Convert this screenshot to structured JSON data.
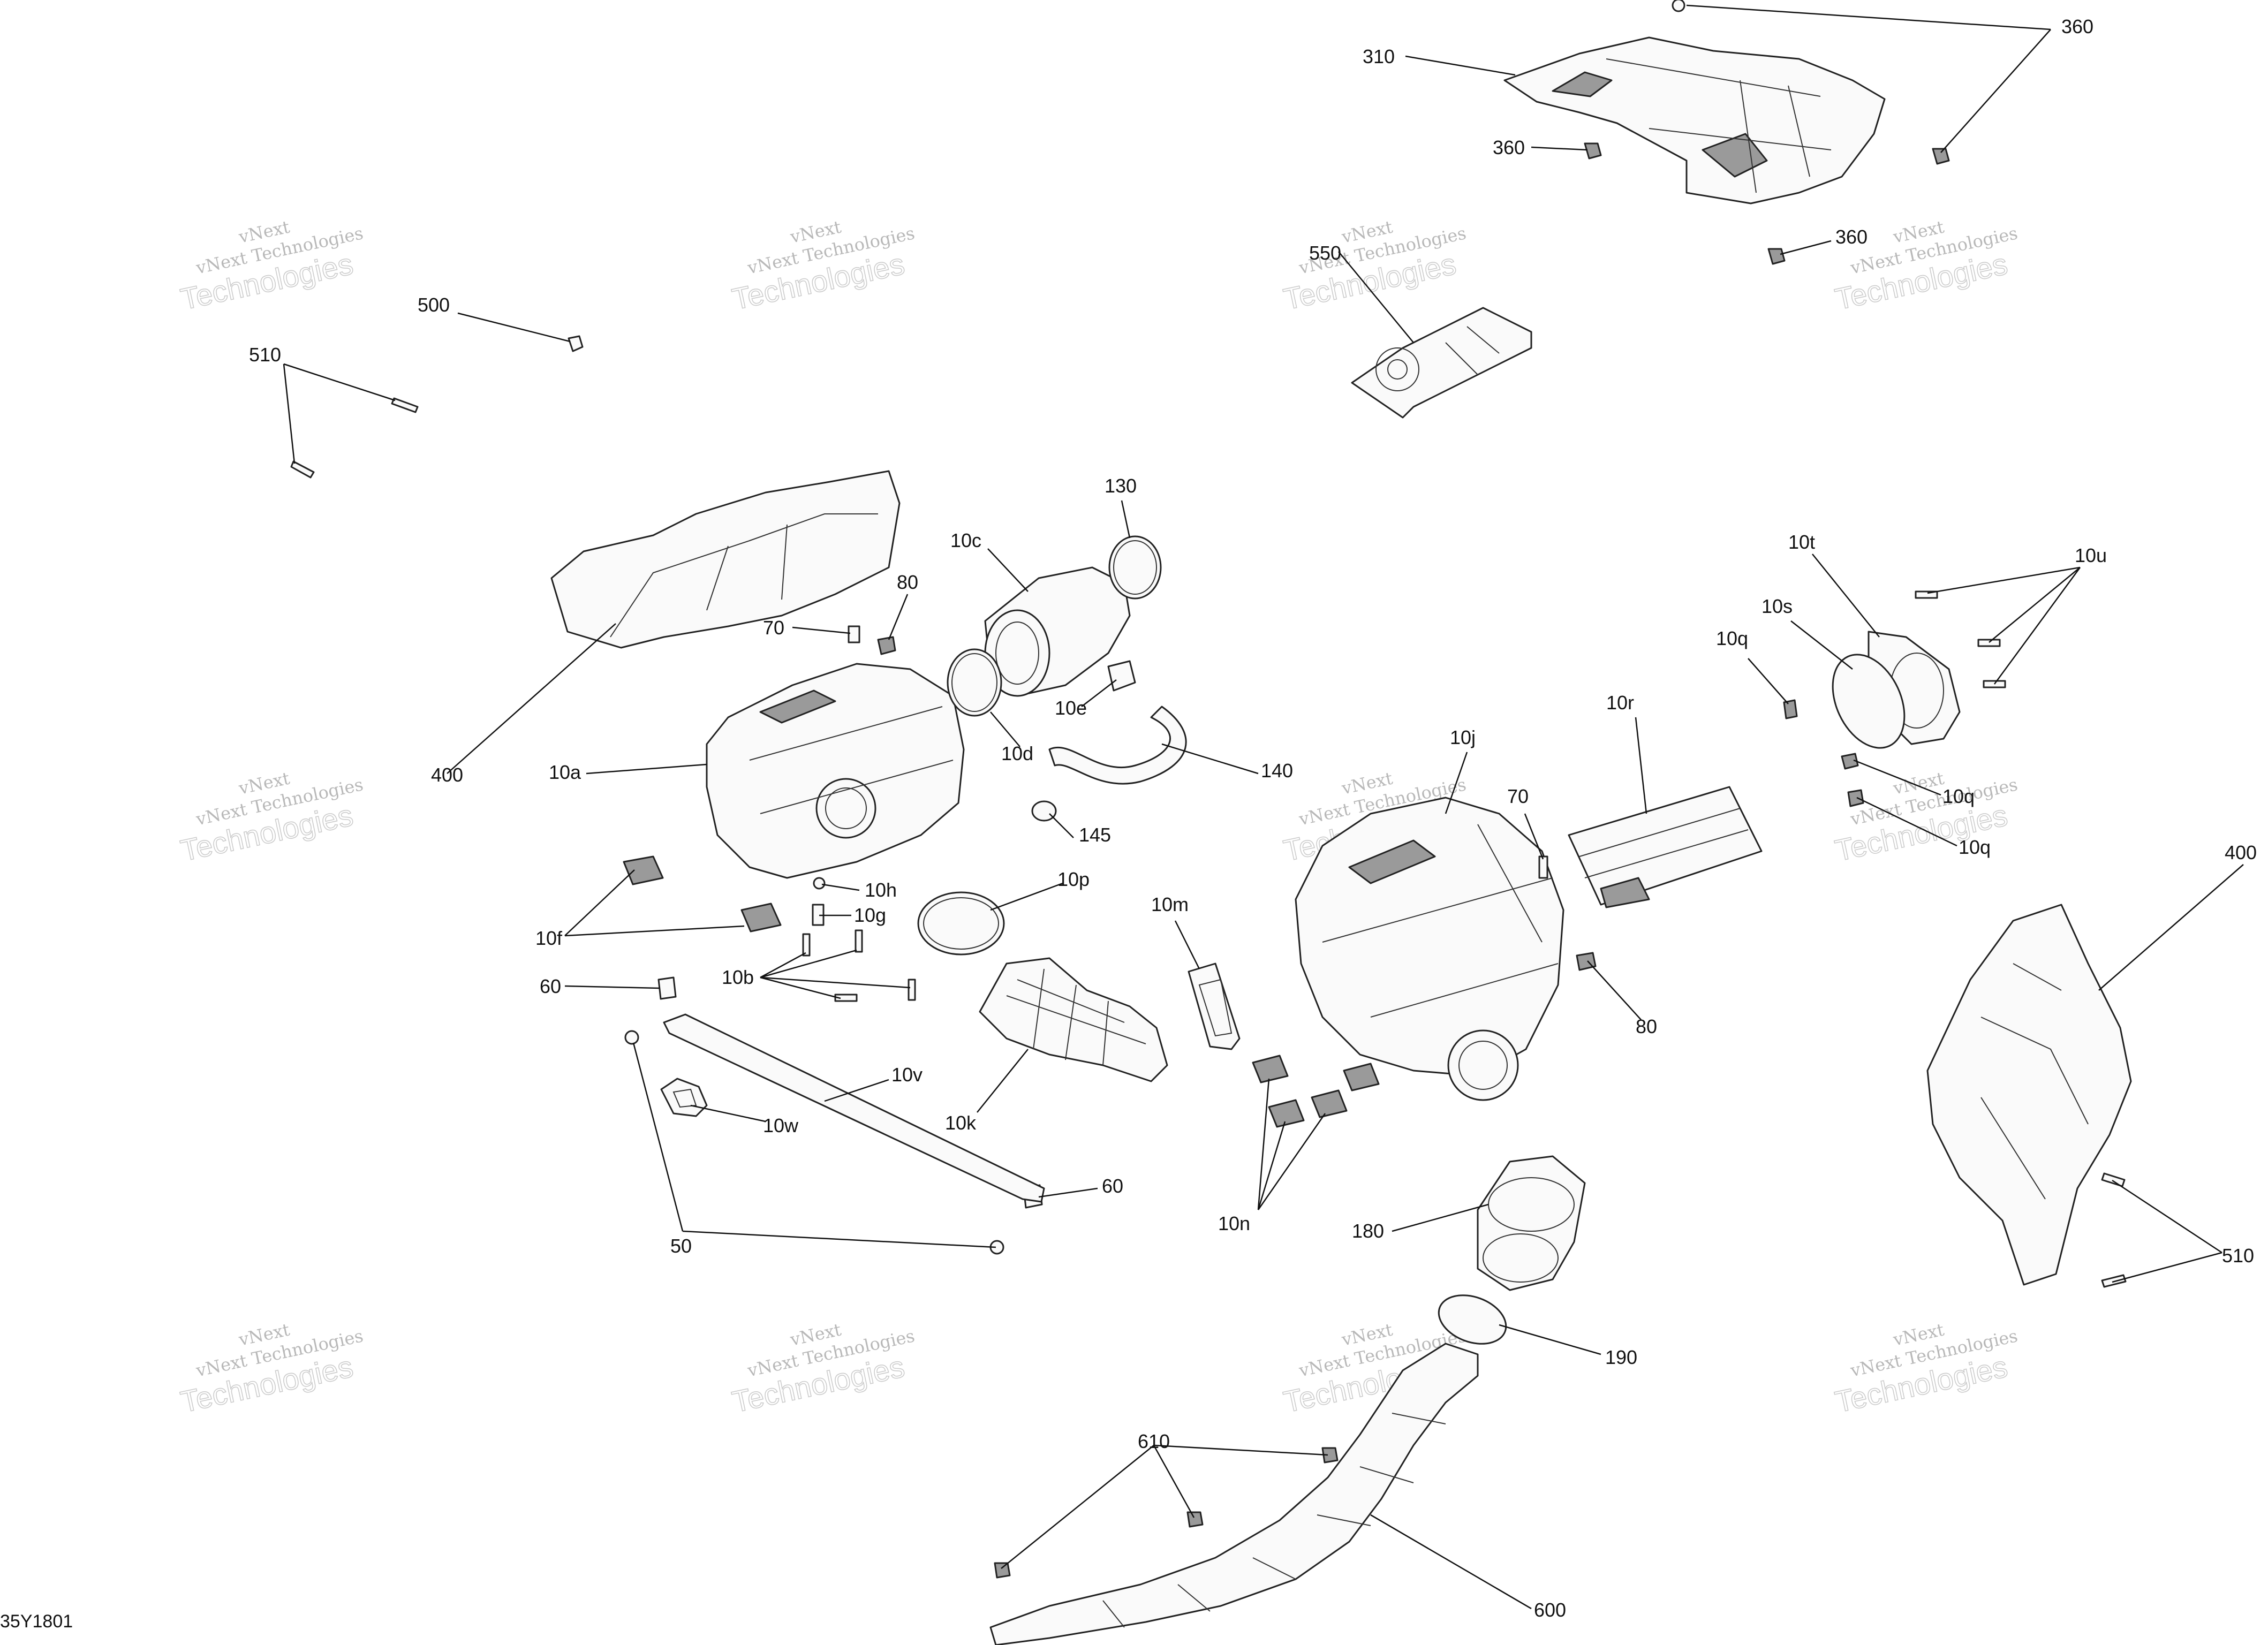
{
  "diagram": {
    "reference_code": "35Y1801",
    "watermark": {
      "line1": "vNext",
      "line2": "vNext Technologies",
      "line3": "Technologies"
    },
    "callouts": [
      {
        "id": "c-360-a",
        "label": "360"
      },
      {
        "id": "c-310",
        "label": "310"
      },
      {
        "id": "c-360-b",
        "label": "360"
      },
      {
        "id": "c-360-c",
        "label": "360"
      },
      {
        "id": "c-550",
        "label": "550"
      },
      {
        "id": "c-500",
        "label": "500"
      },
      {
        "id": "c-510-a",
        "label": "510"
      },
      {
        "id": "c-130",
        "label": "130"
      },
      {
        "id": "c-10c",
        "label": "10c"
      },
      {
        "id": "c-80-a",
        "label": "80"
      },
      {
        "id": "c-70-a",
        "label": "70"
      },
      {
        "id": "c-10e",
        "label": "10e"
      },
      {
        "id": "c-10d",
        "label": "10d"
      },
      {
        "id": "c-140",
        "label": "140"
      },
      {
        "id": "c-10a",
        "label": "10a"
      },
      {
        "id": "c-400-a",
        "label": "400"
      },
      {
        "id": "c-145",
        "label": "145"
      },
      {
        "id": "c-10h",
        "label": "10h"
      },
      {
        "id": "c-10g",
        "label": "10g"
      },
      {
        "id": "c-10f",
        "label": "10f"
      },
      {
        "id": "c-10b",
        "label": "10b"
      },
      {
        "id": "c-60-a",
        "label": "60"
      },
      {
        "id": "c-10p",
        "label": "10p"
      },
      {
        "id": "c-10m",
        "label": "10m"
      },
      {
        "id": "c-10k",
        "label": "10k"
      },
      {
        "id": "c-10v",
        "label": "10v"
      },
      {
        "id": "c-10w",
        "label": "10w"
      },
      {
        "id": "c-60-b",
        "label": "60"
      },
      {
        "id": "c-50",
        "label": "50"
      },
      {
        "id": "c-10j",
        "label": "10j"
      },
      {
        "id": "c-70-b",
        "label": "70"
      },
      {
        "id": "c-10r",
        "label": "10r"
      },
      {
        "id": "c-10t",
        "label": "10t"
      },
      {
        "id": "c-10u",
        "label": "10u"
      },
      {
        "id": "c-10s",
        "label": "10s"
      },
      {
        "id": "c-10q-a",
        "label": "10q"
      },
      {
        "id": "c-10q-b",
        "label": "10q"
      },
      {
        "id": "c-10q-c",
        "label": "10q"
      },
      {
        "id": "c-400-b",
        "label": "400"
      },
      {
        "id": "c-80-b",
        "label": "80"
      },
      {
        "id": "c-10n",
        "label": "10n"
      },
      {
        "id": "c-180",
        "label": "180"
      },
      {
        "id": "c-190",
        "label": "190"
      },
      {
        "id": "c-510-b",
        "label": "510"
      },
      {
        "id": "c-610",
        "label": "610"
      },
      {
        "id": "c-600",
        "label": "600"
      }
    ]
  }
}
